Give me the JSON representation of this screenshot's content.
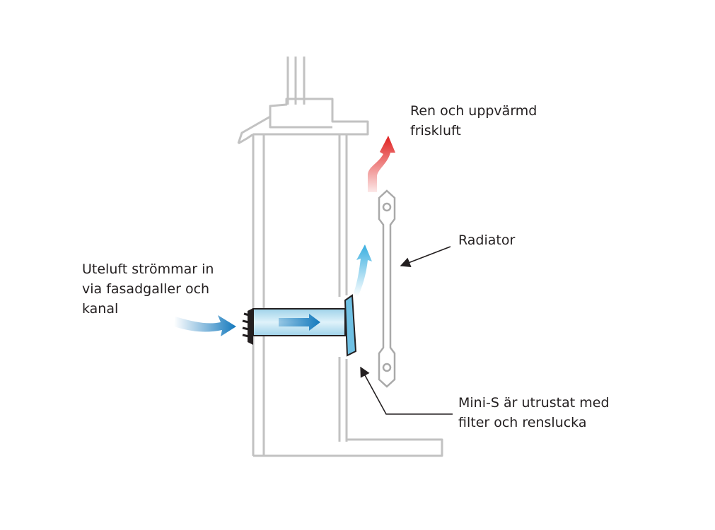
{
  "labels": {
    "outside_air": [
      "Uteluft strömmar in",
      "via fasadgaller och",
      "kanal"
    ],
    "warm_air": [
      "Ren och uppvärmd",
      "friskluft"
    ],
    "radiator": "Radiator",
    "mini_s": [
      "Mini-S är utrustat med",
      "filter och renslucka"
    ]
  },
  "colors": {
    "wall_line": "#c2c2c2",
    "duct_fill": "#bfe3f1",
    "blue_arrow": "#1479bd",
    "light_blue_arrow": "#38aee0",
    "red_arrow": "#e0201f",
    "pointer": "#231f20"
  }
}
